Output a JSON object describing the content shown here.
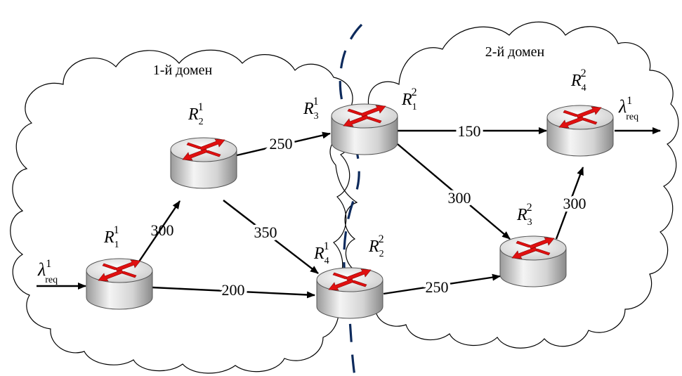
{
  "domains": [
    {
      "id": "domain-1",
      "label": "1-й домен"
    },
    {
      "id": "domain-2",
      "label": "2-й домен"
    }
  ],
  "routers": [
    {
      "id": "r1-1",
      "name": "R",
      "sub": "1",
      "sup": "1"
    },
    {
      "id": "r2-1",
      "name": "R",
      "sub": "2",
      "sup": "1"
    },
    {
      "id": "r3-1",
      "name": "R",
      "sub": "3",
      "sup": "1"
    },
    {
      "id": "r4-1",
      "name": "R",
      "sub": "4",
      "sup": "1"
    },
    {
      "id": "r1-2",
      "name": "R",
      "sub": "1",
      "sup": "2"
    },
    {
      "id": "r2-2",
      "name": "R",
      "sub": "2",
      "sup": "2"
    },
    {
      "id": "r3-2",
      "name": "R",
      "sub": "3",
      "sup": "2"
    },
    {
      "id": "r4-2",
      "name": "R",
      "sub": "4",
      "sup": "2"
    }
  ],
  "links": [
    {
      "from": "r1-1",
      "to": "r2-1",
      "capacity": "300"
    },
    {
      "from": "r1-1",
      "to": "r4-1",
      "capacity": "200"
    },
    {
      "from": "r2-1",
      "to": "r3-1",
      "capacity": "250"
    },
    {
      "from": "r2-1",
      "to": "r4-1",
      "capacity": "350"
    },
    {
      "from": "r1-2",
      "to": "r4-2",
      "capacity": "150"
    },
    {
      "from": "r1-2",
      "to": "r3-2",
      "capacity": "300"
    },
    {
      "from": "r2-2",
      "to": "r3-2",
      "capacity": "250"
    },
    {
      "from": "r3-2",
      "to": "r4-2",
      "capacity": "300"
    }
  ],
  "flows": [
    {
      "id": "lambda-in",
      "symbol": "λ",
      "sub": "req",
      "sup": "1"
    },
    {
      "id": "lambda-out",
      "symbol": "λ",
      "sub": "req",
      "sup": "1"
    }
  ],
  "colors": {
    "arrow": "#000000",
    "boundary": "#0d2a5c",
    "router_arrow": "#e01010",
    "cloud": "#000000"
  }
}
